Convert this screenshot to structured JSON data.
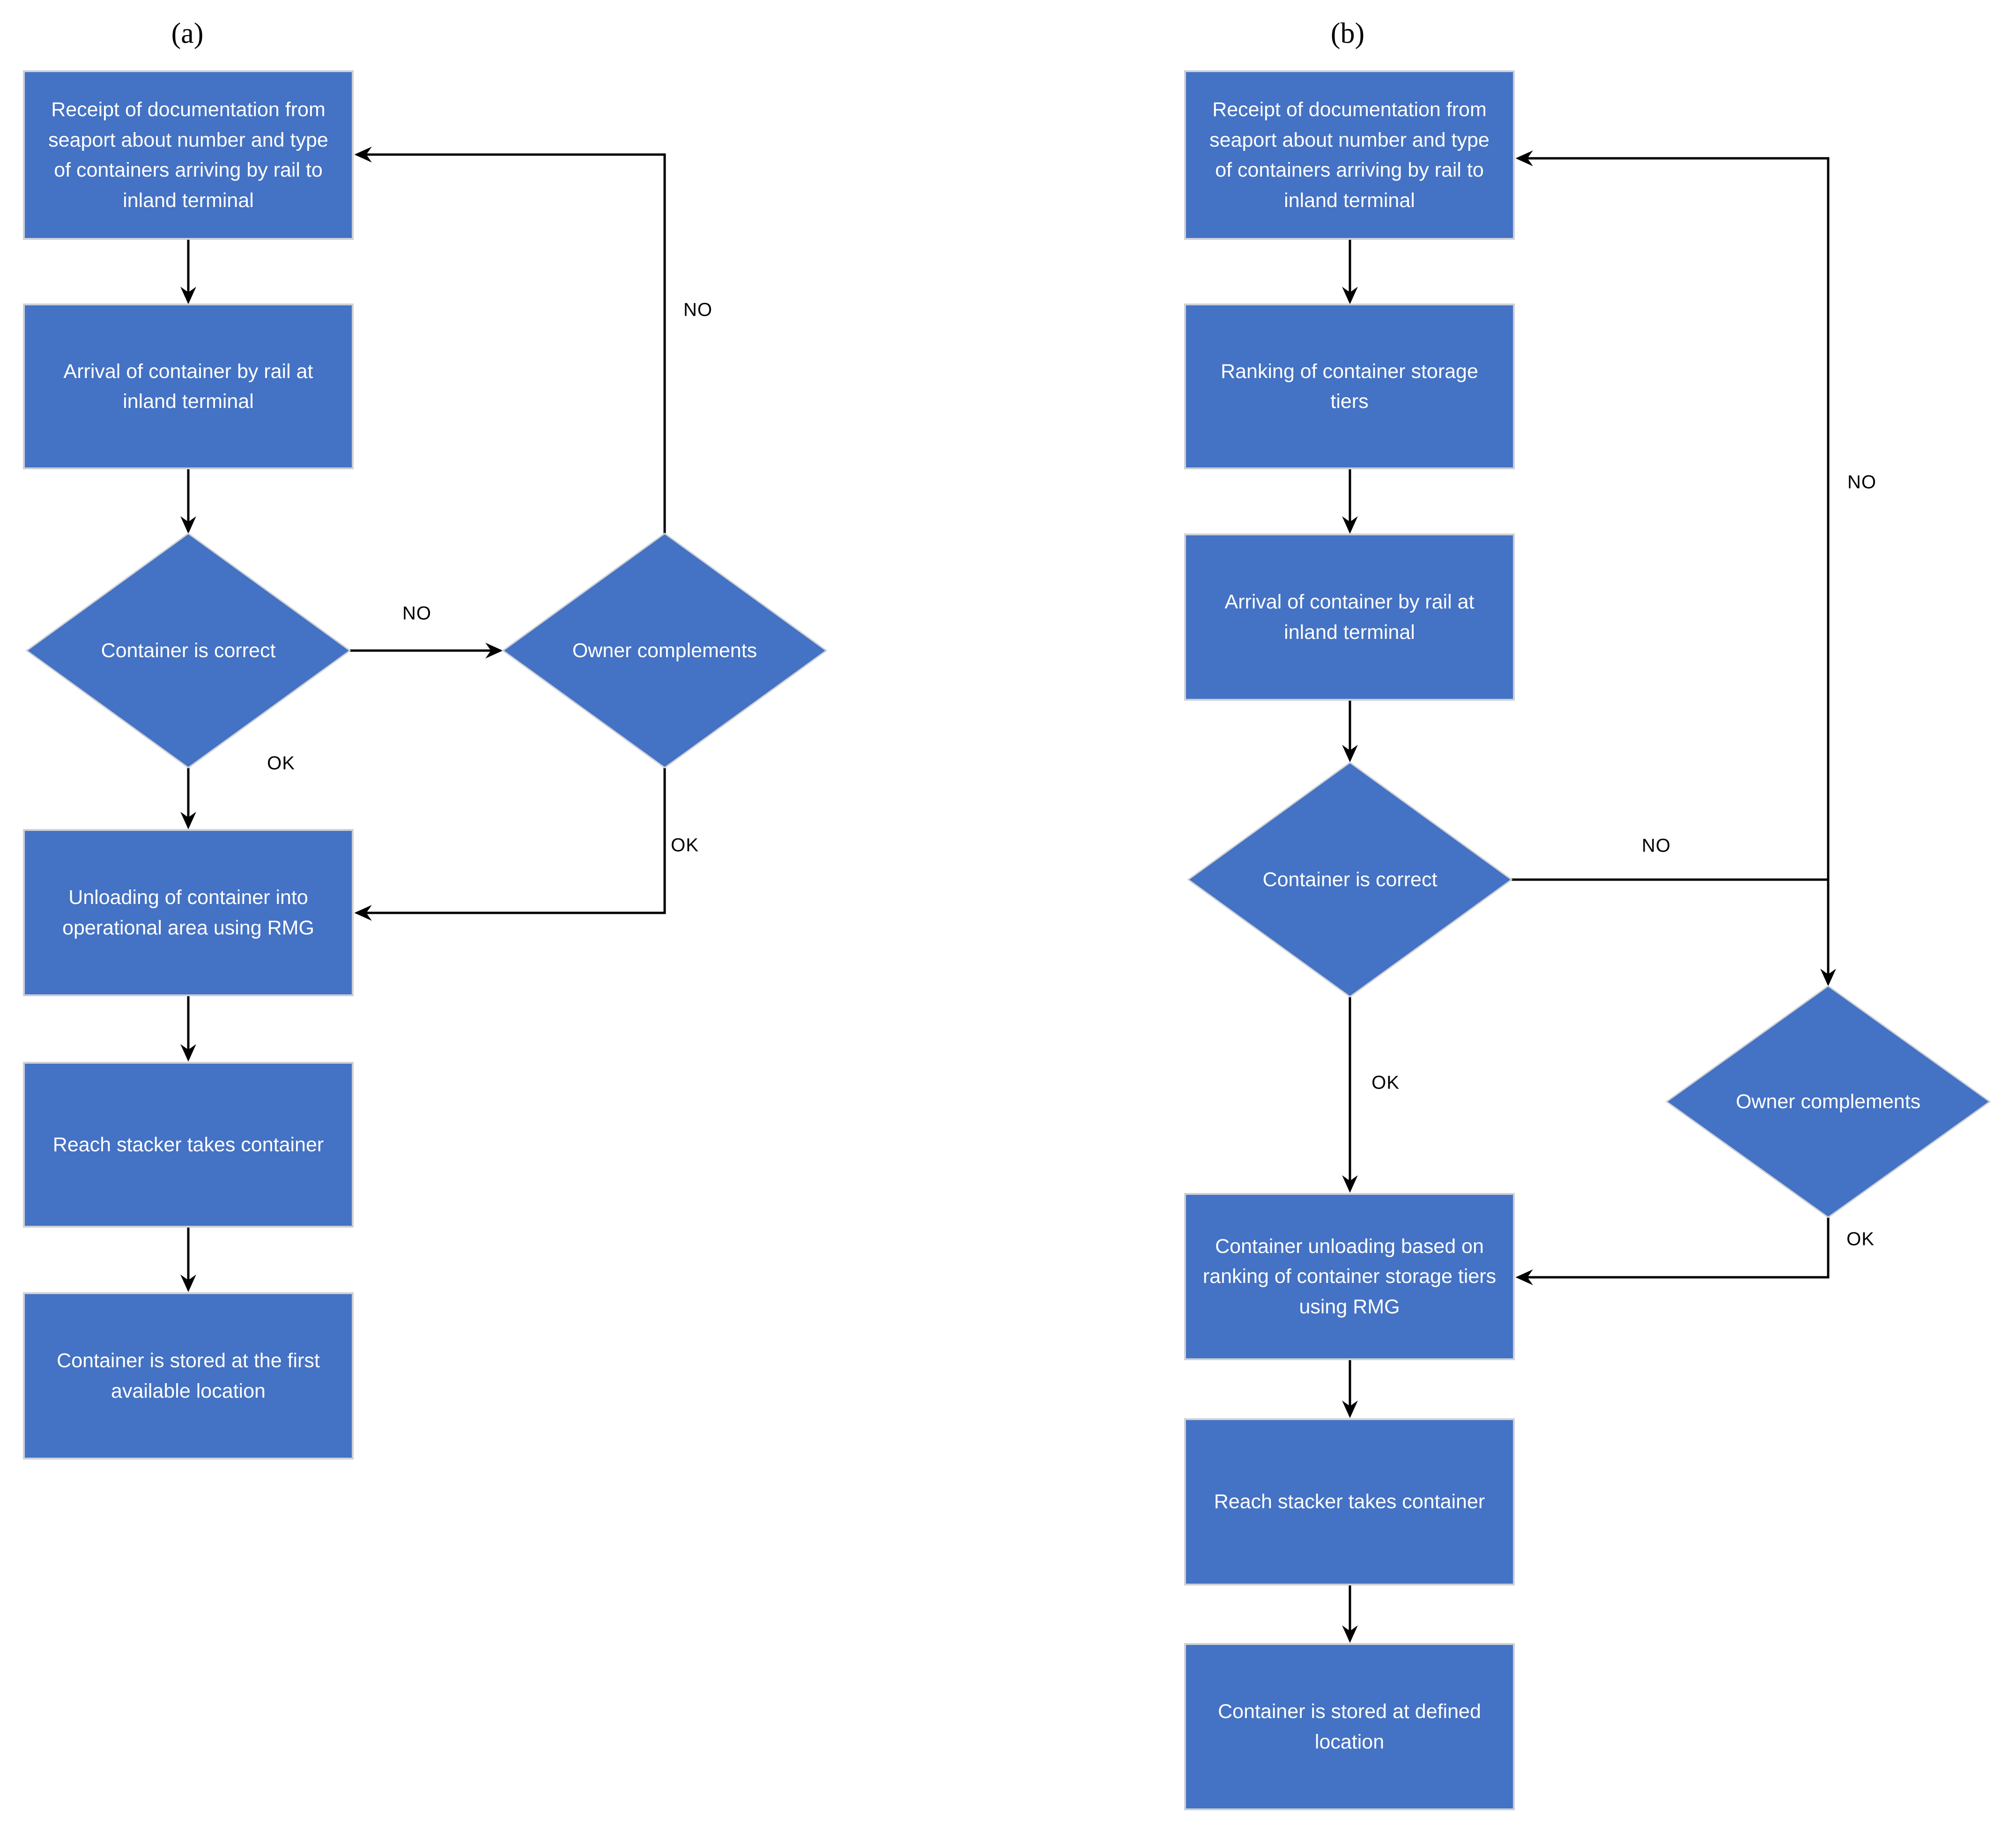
{
  "diagram": {
    "colors": {
      "shape_fill": "#4472c4",
      "shape_border": "#cdd0d6",
      "shape_text": "#ffffff",
      "connector": "#000000",
      "label_text": "#000000"
    },
    "panel_a": {
      "title": "(a)",
      "nodes": {
        "receipt": "Receipt of documentation from seaport about number and type of containers arriving by rail to inland terminal",
        "arrival": "Arrival of container by rail at inland terminal",
        "container_correct": "Container is correct",
        "owner_complements": "Owner complements",
        "unloading": "Unloading of container into operational area using RMG",
        "reach_stacker": "Reach stacker takes container",
        "stored": "Container is stored at the first available location"
      },
      "labels": {
        "no_branch": "NO",
        "no_feedback": "NO",
        "ok_down": "OK",
        "ok_return": "OK"
      }
    },
    "panel_b": {
      "title": "(b)",
      "nodes": {
        "receipt": "Receipt of documentation from seaport about number and type of containers arriving by rail to inland terminal",
        "ranking": "Ranking of container storage tiers",
        "arrival": "Arrival of container by rail at inland terminal",
        "container_correct": "Container is correct",
        "owner_complements": "Owner complements",
        "unloading": "Container unloading based on ranking of container storage tiers using RMG",
        "reach_stacker": "Reach stacker takes container",
        "stored": "Container is stored at defined location"
      },
      "labels": {
        "no_branch": "NO",
        "no_feedback": "NO",
        "ok_down": "OK",
        "ok_return": "OK"
      }
    }
  }
}
